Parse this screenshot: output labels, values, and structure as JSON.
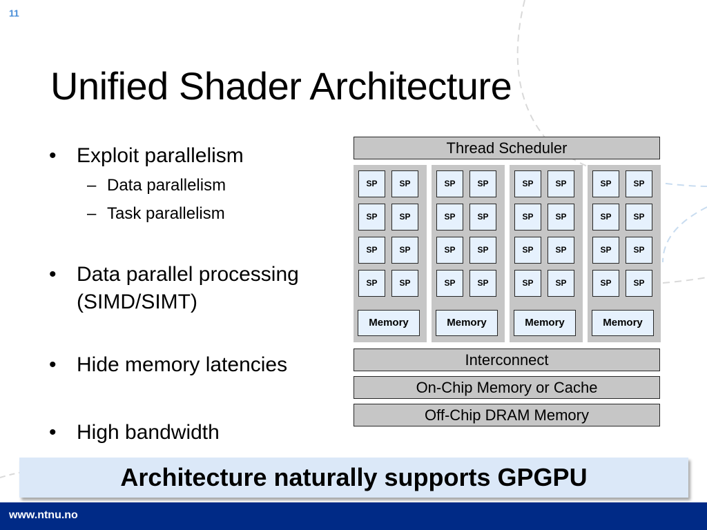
{
  "slide": {
    "number": "11",
    "title": "Unified Shader Architecture",
    "footer_url": "www.ntnu.no",
    "banner": "Architecture naturally supports GPGPU"
  },
  "bullets": [
    {
      "text": "Exploit parallelism",
      "subs": [
        "Data parallelism",
        "Task parallelism"
      ]
    },
    {
      "text": "Data parallel processing",
      "text2": "(SIMD/SIMT)"
    },
    {
      "text": "Hide memory latencies"
    },
    {
      "text": "High bandwidth"
    }
  ],
  "bullet_glyph": "•",
  "sub_glyph": "–",
  "diagram": {
    "thread_scheduler": "Thread Scheduler",
    "sp_label": "SP",
    "memory_label": "Memory",
    "interconnect": "Interconnect",
    "on_chip": "On-Chip Memory or Cache",
    "off_chip": "Off-Chip DRAM Memory",
    "clusters": 4,
    "sp_rows": 4,
    "sp_cols": 2
  },
  "colors": {
    "footer": "#002a86",
    "banner": "#dbe8f8",
    "box_fill": "#e6f1fd",
    "gray_fill": "#c6c6c6",
    "accent": "#4a8fd8"
  }
}
